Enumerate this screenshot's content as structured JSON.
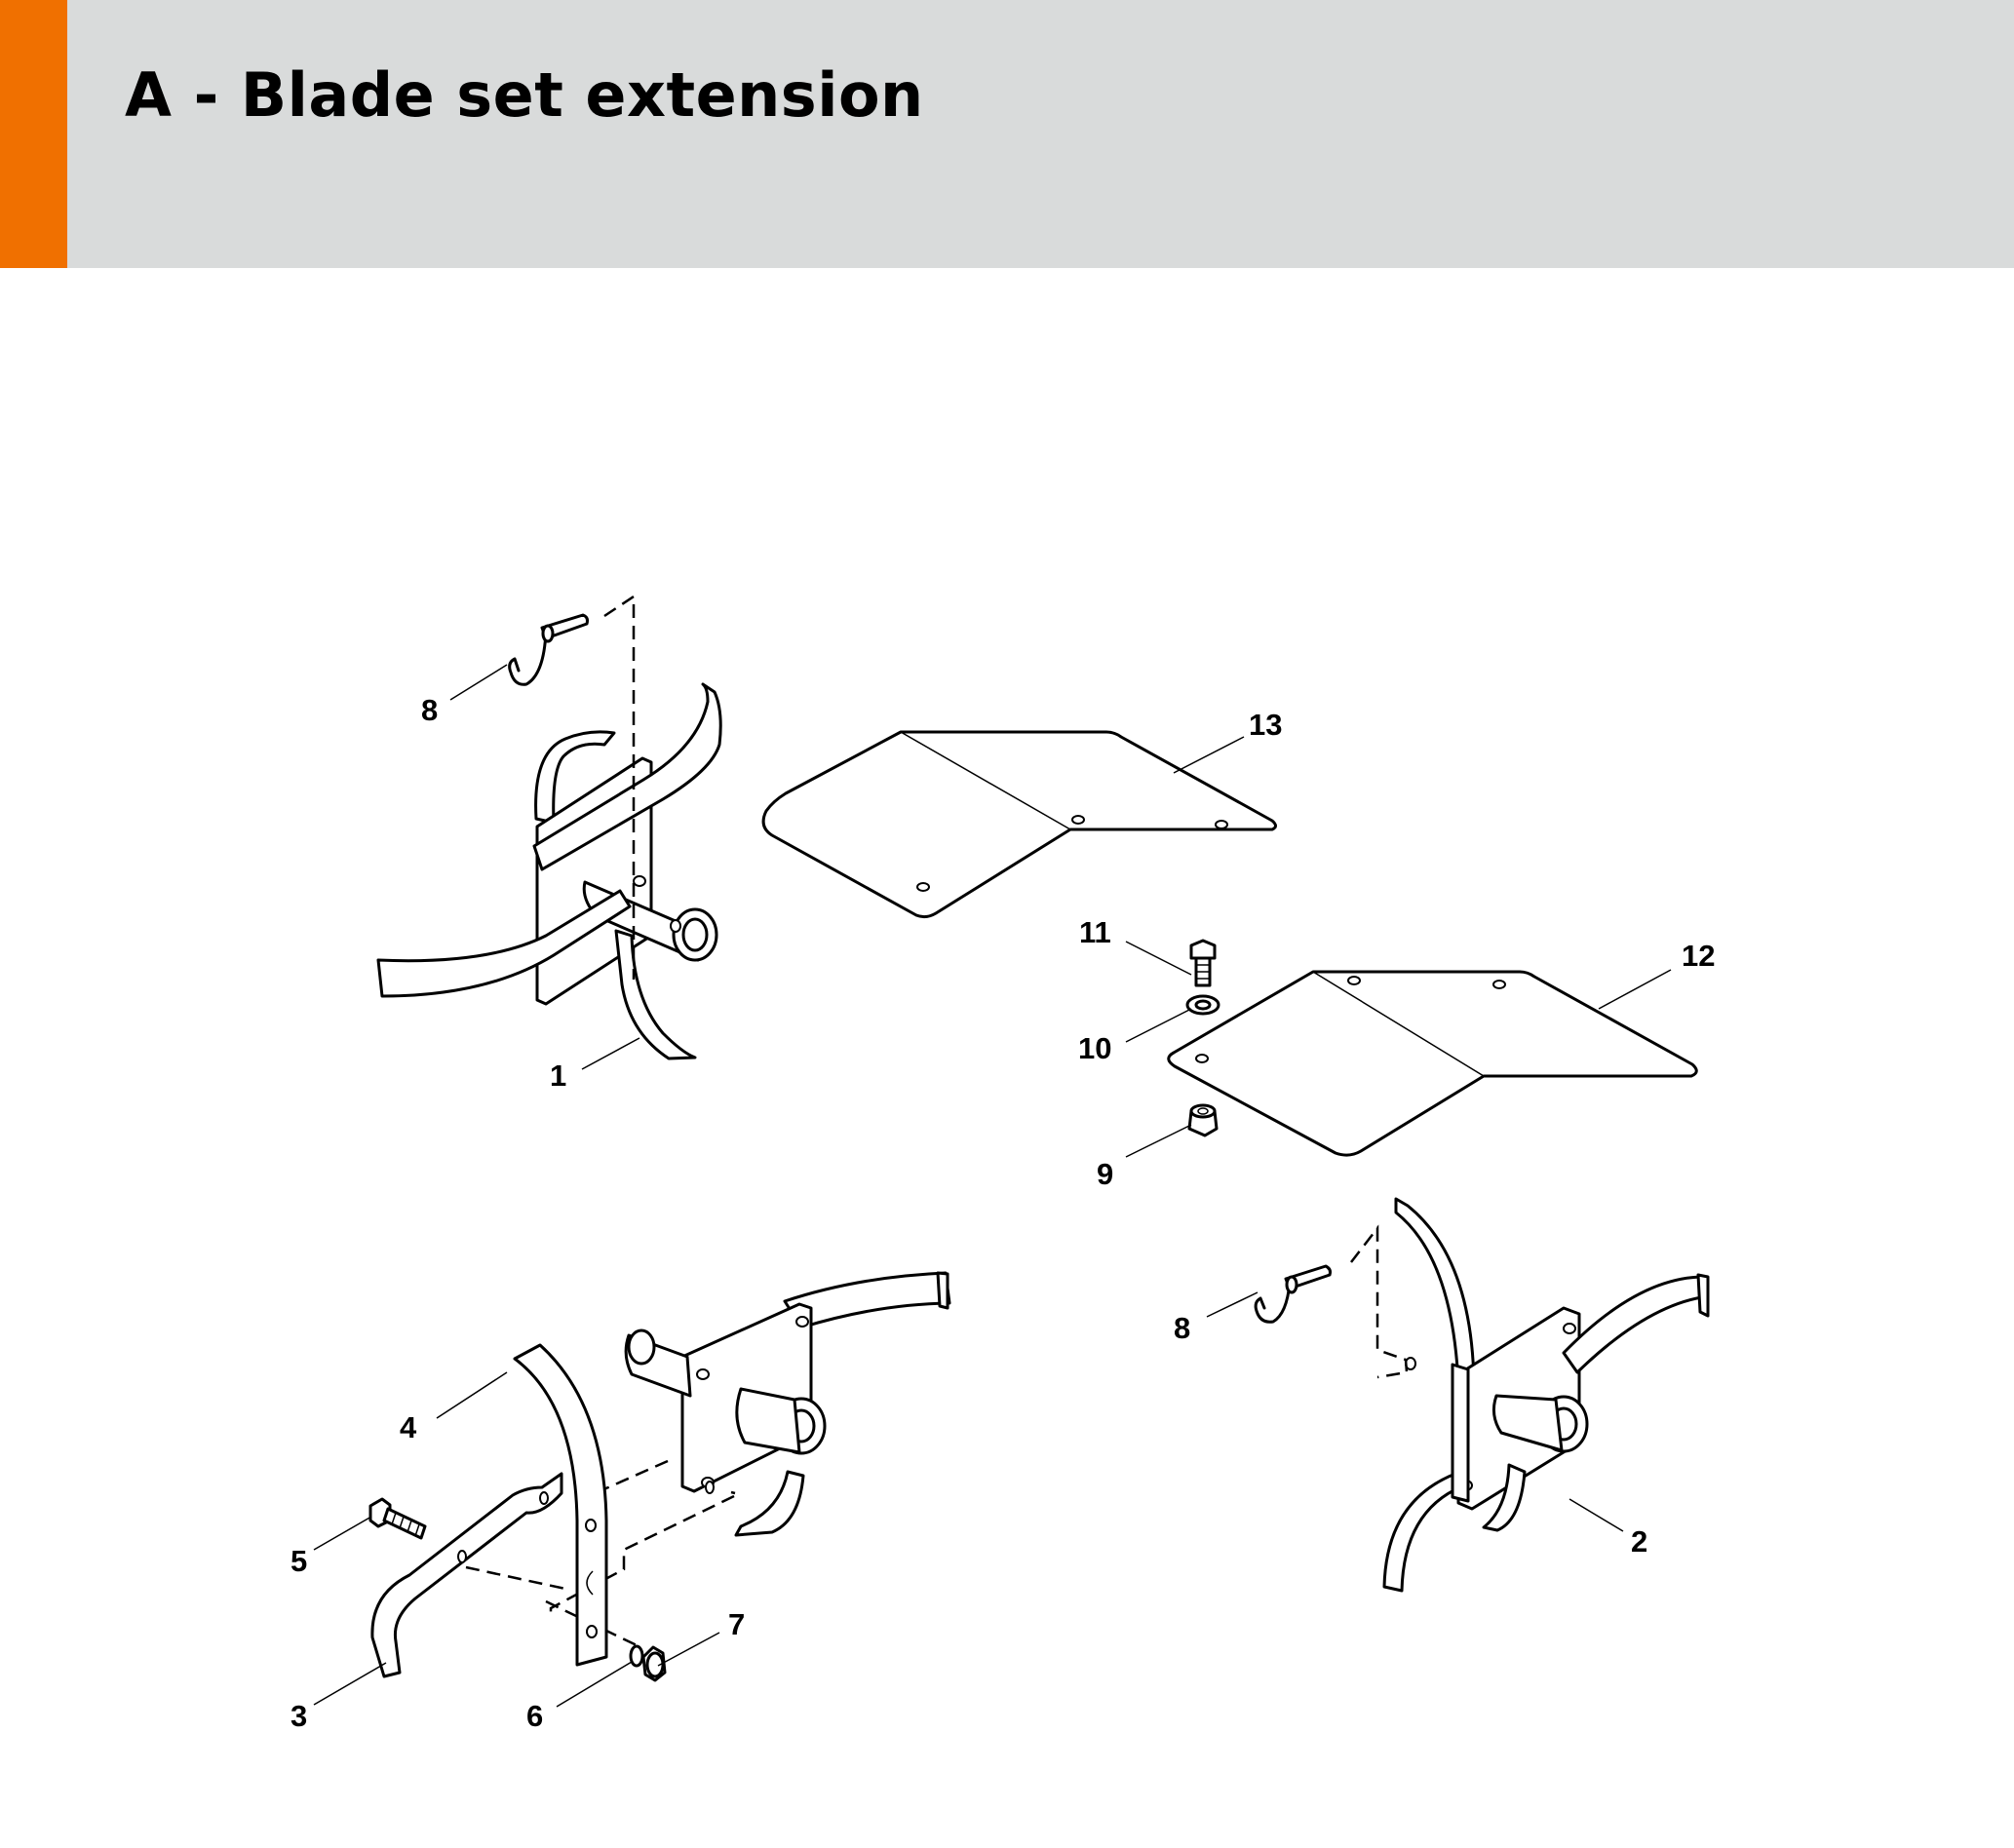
{
  "header": {
    "title": "A - Blade set extension",
    "accent_color": "#f07000",
    "background_color": "#d9dbdb"
  },
  "callouts": {
    "c1": "1",
    "c2": "2",
    "c3": "3",
    "c4": "4",
    "c5": "5",
    "c6": "6",
    "c7": "7",
    "c8a": "8",
    "c8b": "8",
    "c9": "9",
    "c10": "10",
    "c11": "11",
    "c12": "12",
    "c13": "13"
  }
}
